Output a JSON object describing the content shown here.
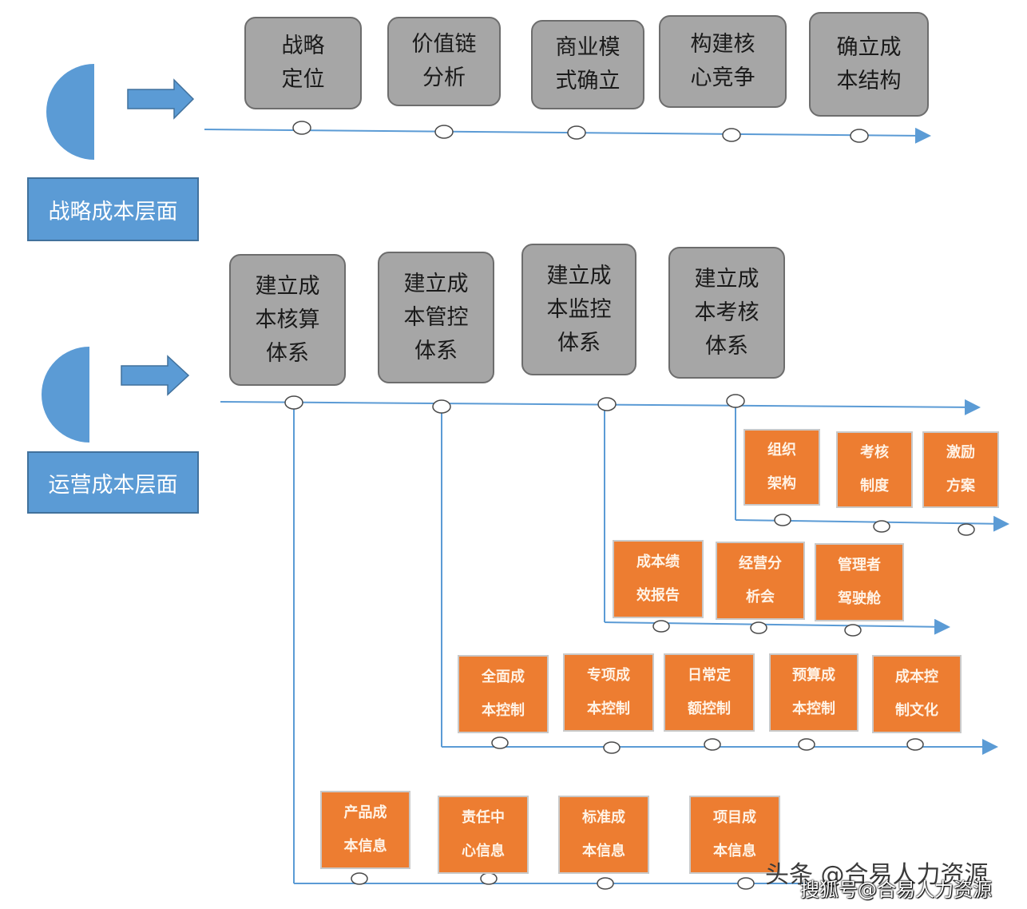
{
  "strategic": {
    "label": "战略成本层面",
    "steps": [
      "战略\n定位",
      "价值链\n分析",
      "商业模\n式确立",
      "构建核\n心竞争",
      "确立成\n本结构"
    ]
  },
  "operational": {
    "label": "运营成本层面",
    "systems": [
      "建立成\n本核算\n体系",
      "建立成\n本管控\n体系",
      "建立成\n本监控\n体系",
      "建立成\n本考核\n体系"
    ]
  },
  "assessment_items": [
    "组织\n架构",
    "考核\n制度",
    "激励\n方案"
  ],
  "monitoring_items": [
    "成本绩\n效报告",
    "经营分\n析会",
    "管理者\n驾驶舱"
  ],
  "control_items": [
    "全面成\n本控制",
    "专项成\n本控制",
    "日常定\n额控制",
    "预算成\n本控制",
    "成本控\n制文化"
  ],
  "accounting_items": [
    "产品成\n本信息",
    "责任中\n心信息",
    "标准成\n本信息",
    "项目成\n本信息"
  ],
  "watermark": {
    "top": "头条 @合易人力资源",
    "bottom": "搜狐号@合易人力资源"
  },
  "colors": {
    "gray_box": "#a6a6a6",
    "orange_box": "#ed7d31",
    "label_blue": "#5b9bd5",
    "line_blue": "#5b9bd5",
    "pie_blue": "#5b9bd5"
  }
}
